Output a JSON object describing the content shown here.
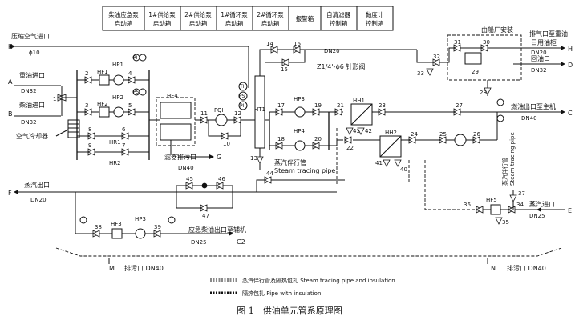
{
  "header_boxes": [
    {
      "line1": "柴油应急泵",
      "line2": "启动箱"
    },
    {
      "line1": "1#供给泵",
      "line2": "启动箱"
    },
    {
      "line1": "2#供给泵",
      "line2": "启动箱"
    },
    {
      "line1": "1#循环泵",
      "line2": "启动箱"
    },
    {
      "line1": "2#循环泵",
      "line2": "启动箱"
    },
    {
      "line1": "报警箱",
      "line2": ""
    },
    {
      "line1": "自清滤器",
      "line2": "控制箱"
    },
    {
      "line1": "黏度计",
      "line2": "控制箱"
    }
  ],
  "ports": {
    "K": "K",
    "compressed_air_inlet": "压缩空气进口",
    "phi10": "ϕ10",
    "A": "A",
    "heavy_oil_inlet": "重油进口",
    "dn32_a": "DN32",
    "B": "B",
    "diesel_inlet": "柴油进口",
    "dn32_b": "DN32",
    "air_cooler": "空气冷却器",
    "F": "F",
    "steam_outlet": "蒸汽出口",
    "dn20_f": "DN20",
    "G": "G",
    "filter_drain": "滤器排污口",
    "dn40_g": "DN40",
    "C2": "C2",
    "emergency_diesel_out": "应急柴油出口至辅机",
    "dn25_c2": "DN25",
    "M": "M",
    "drain_m": "排污口 DN40",
    "N": "N",
    "drain_n": "排污口 DN40",
    "H": "H",
    "vent_to_tank": "排气口至重油",
    "daily_tank": "日用油柜",
    "dn20_h": "DN20",
    "D": "D",
    "return_port": "回油口",
    "dn32_d": "DN32",
    "C": "C",
    "fuel_to_engine": "燃油出口至主机",
    "dn40_c": "DN40",
    "E": "E",
    "steam_inlet": "蒸汽进口",
    "dn25_e": "DN25",
    "yard_install": "由船厂安装",
    "dn20_top": "DN20",
    "needle_valve": "Z1/4'-ϕ6 针形阀",
    "steam_tracing_cn_1": "蒸汽伴行管",
    "steam_tracing_en_1": "Steam tracing pipe",
    "steam_tracing_cn_2": "蒸汽伴行管",
    "steam_tracing_en_2": "Steam tracing pipe"
  },
  "equipment": {
    "HP1": "HP1",
    "HP2": "HP2",
    "HP3a": "HP3",
    "HP4": "HP4",
    "HP3b": "HP3",
    "HF1": "HF1",
    "HF2": "HF2",
    "HF3": "HF3",
    "HF4": "HF4",
    "HF5": "HF5",
    "HR1": "HR1",
    "HR2": "HR2",
    "HH1": "HH1",
    "HH2": "HH2",
    "HT1": "HT1",
    "FQI": "FQI",
    "PI": "PI",
    "TI": "TI",
    "PS": "PS"
  },
  "valve_numbers": [
    "1",
    "2",
    "3",
    "4",
    "5",
    "6",
    "7",
    "8",
    "9",
    "10",
    "11",
    "12",
    "13",
    "14",
    "15",
    "16",
    "17",
    "18",
    "19",
    "20",
    "21",
    "22",
    "23",
    "24",
    "25",
    "26",
    "27",
    "28",
    "29",
    "30",
    "31",
    "32",
    "33",
    "34",
    "35",
    "36",
    "37",
    "38",
    "39",
    "40",
    "41",
    "42",
    "43",
    "44",
    "45",
    "46",
    "47"
  ],
  "legend": [
    {
      "id": "tracing",
      "text": "蒸汽伴行管及隔热包扎 Steam tracing pipe and insulation"
    },
    {
      "id": "insulation",
      "text": "隔热包扎 Pipe with insulation"
    }
  ],
  "caption": "图 1　供油单元管系原理图"
}
